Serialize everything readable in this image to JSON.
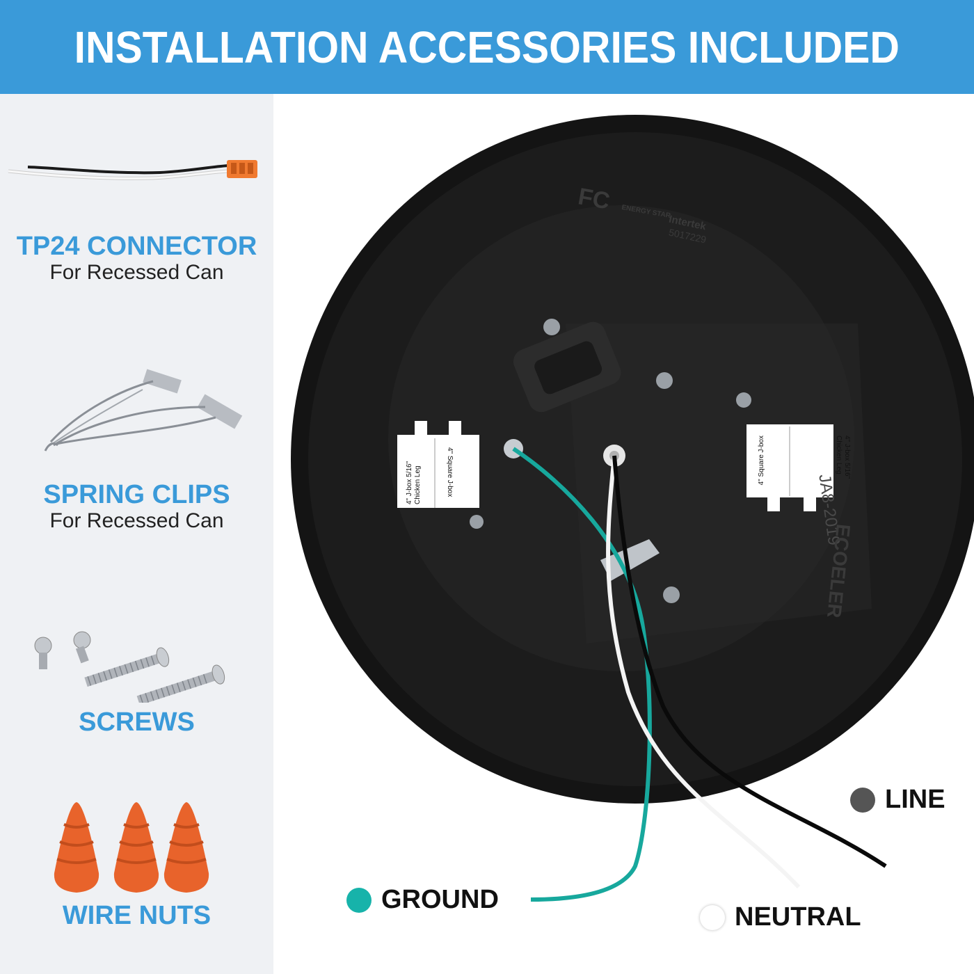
{
  "header": {
    "title": "INSTALLATION ACCESSORIES INCLUDED"
  },
  "accessories": [
    {
      "title": "TP24 CONNECTOR",
      "subtitle": "For Recessed Can",
      "icon": "tp24-connector-icon"
    },
    {
      "title": "SPRING CLIPS",
      "subtitle": "For Recessed Can",
      "icon": "spring-clip-icon"
    },
    {
      "title": "SCREWS",
      "icon": "screw-icon"
    },
    {
      "title": "WIRE NUTS",
      "icon": "wire-nut-icon"
    }
  ],
  "fixture": {
    "model_text": "JA8-2019",
    "brand": "ECOELER",
    "certifications": [
      "FC",
      "ENERGY STAR",
      "Intertek",
      "5017229"
    ],
    "jbox_labels": [
      {
        "left_text": "4\" Square J-box",
        "right_text": "4\" J-box 5/16\" Chicken Leg"
      },
      {
        "left_text": "4\" Square J-box",
        "right_text": "4\" J-box 5/16\" Chicken Leg"
      }
    ]
  },
  "wire_labels": {
    "line": {
      "label": "LINE",
      "color": "#555555"
    },
    "ground": {
      "label": "GROUND",
      "color": "#17b3aa"
    },
    "neutral": {
      "label": "NEUTRAL",
      "color": "#ffffff"
    }
  },
  "colors": {
    "accent": "#3a9ad9",
    "sidebar_bg": "#eff1f4",
    "wire_nut": "#e8632b",
    "connector": "#f07a30"
  }
}
